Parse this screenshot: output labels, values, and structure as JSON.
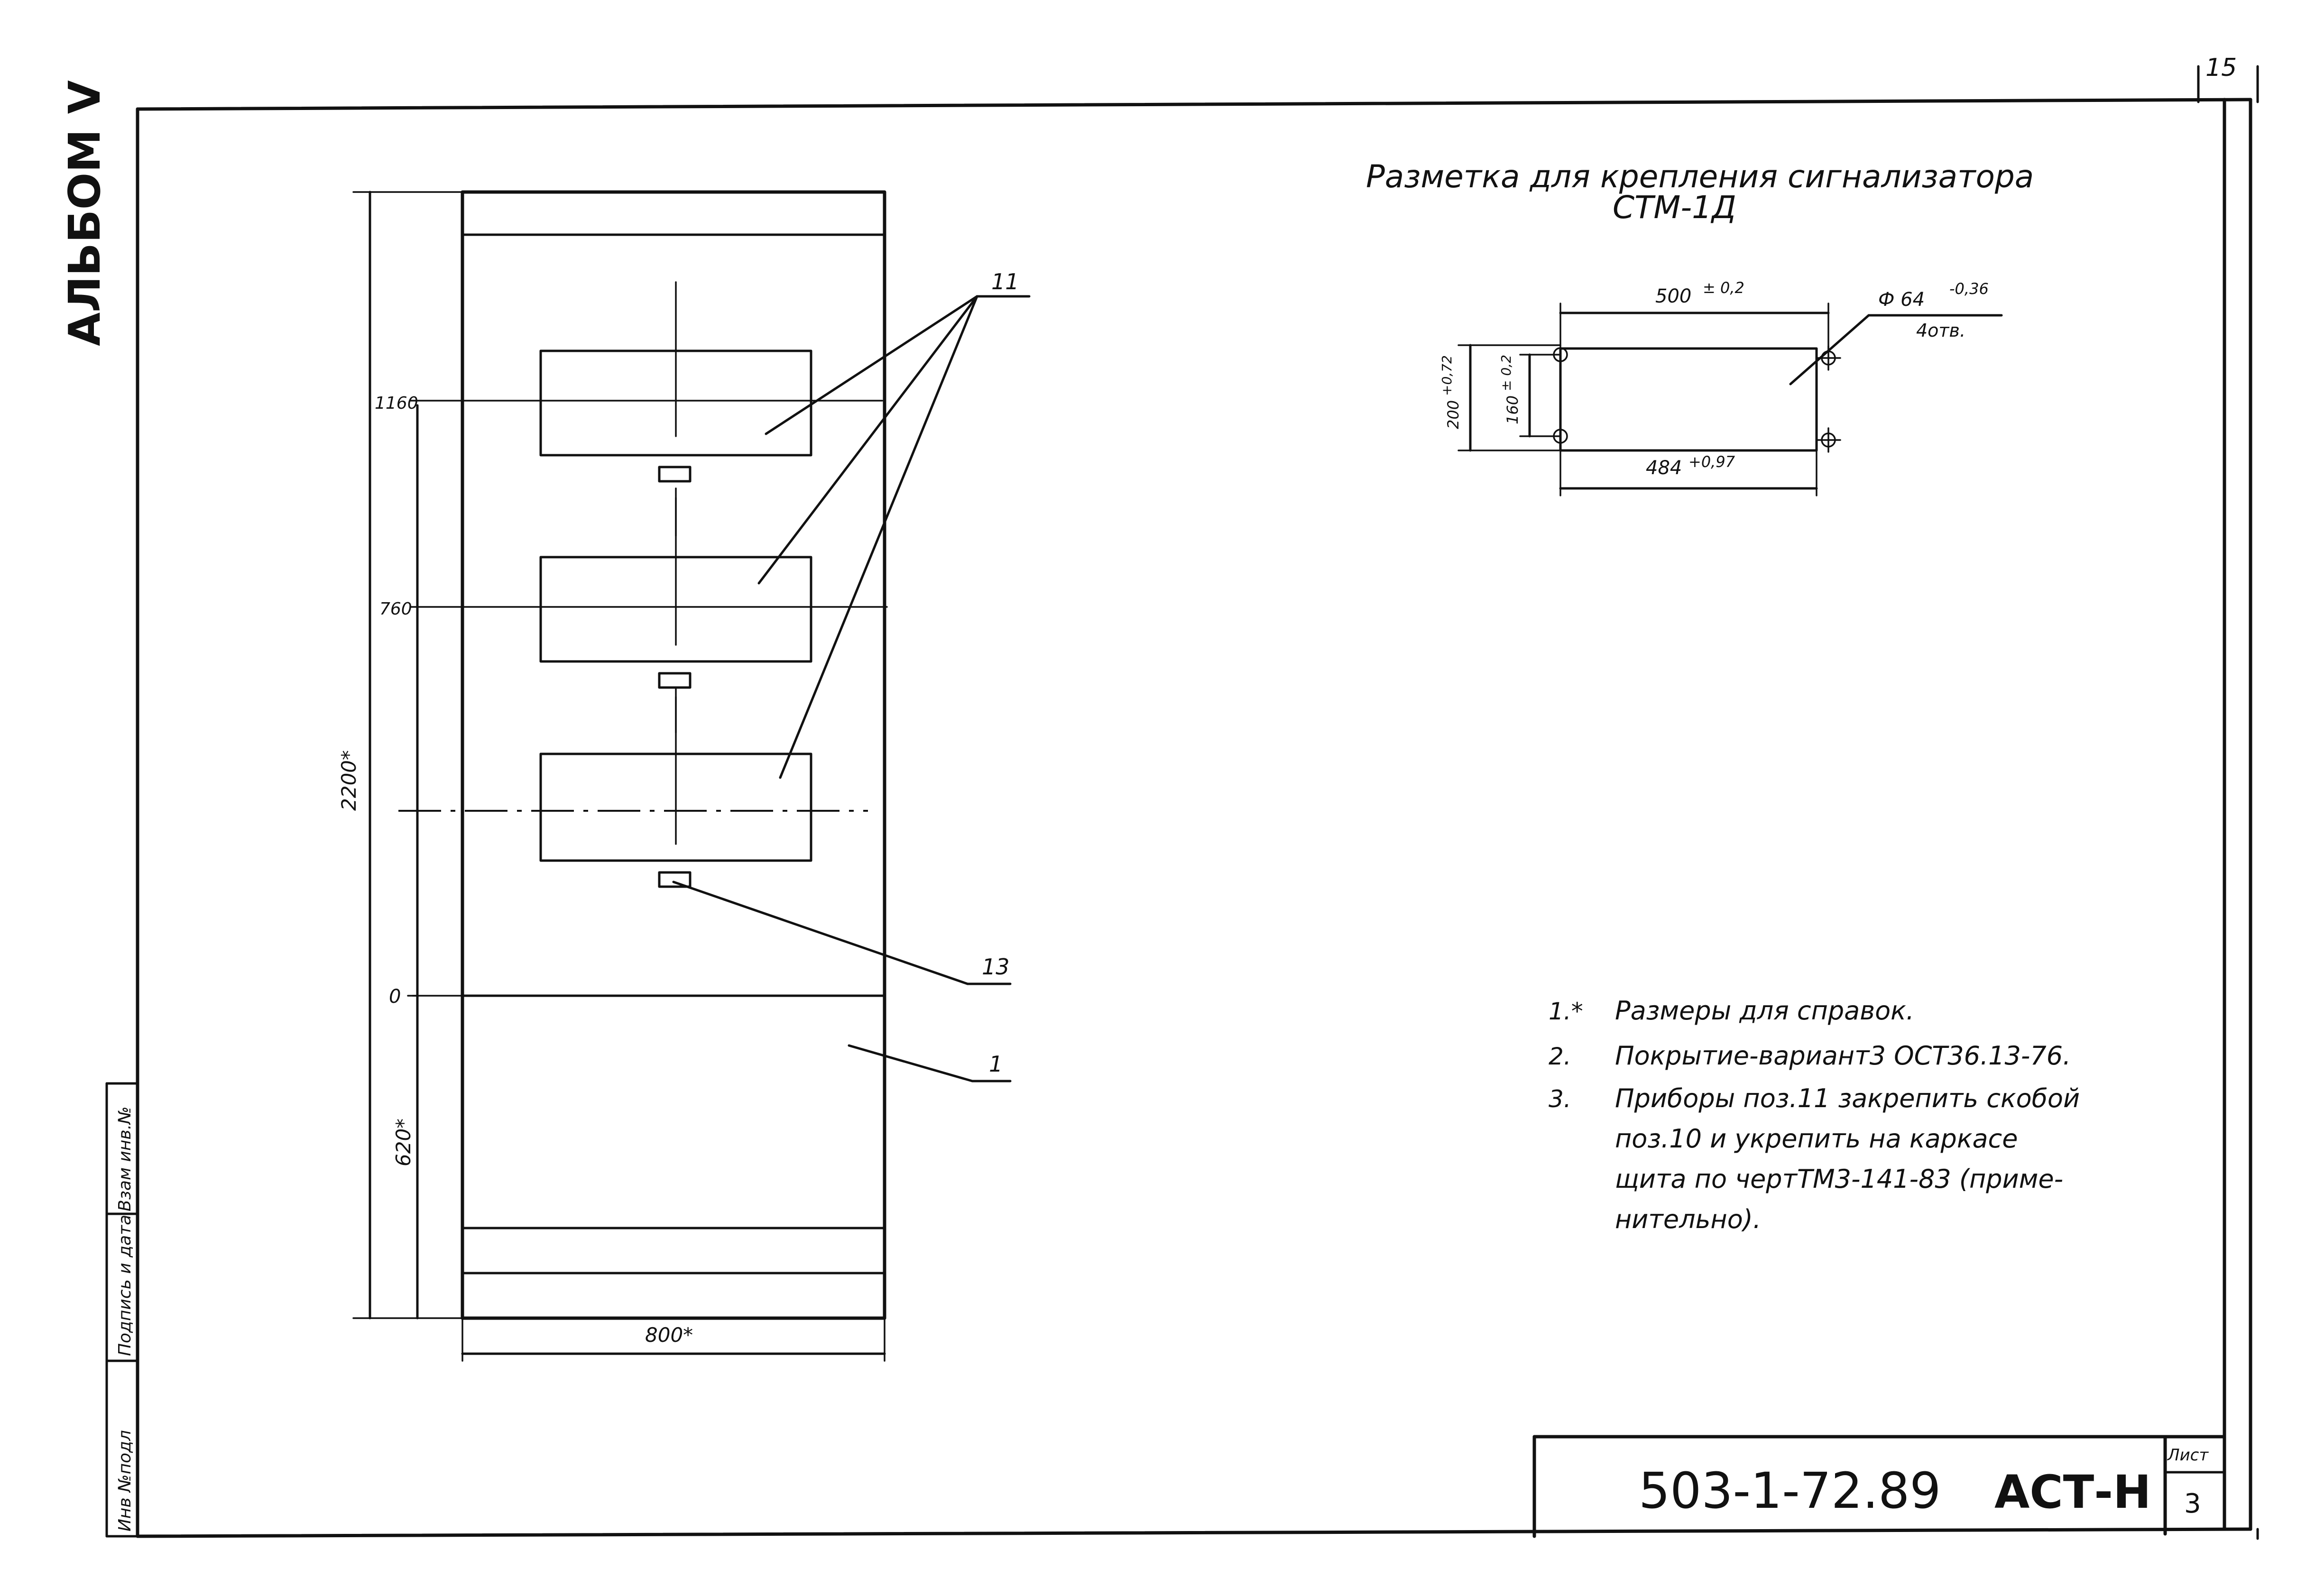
{
  "album": "АЛЬБОМ Ⅴ",
  "page_number": "15",
  "detail_title_line1": "Разметка для крепления сигнализатора",
  "detail_title_line2": "СТМ-1Д",
  "dims": {
    "d500": "500",
    "d500_tol": "± 0,2",
    "d484": "484",
    "d484_tol": "+0,97",
    "d200": "200",
    "d200_tol": "+0,72",
    "d160": "160",
    "d160_tol": "± 0,2",
    "hole": "Ф 64",
    "hole_tol": "-0,36",
    "holes_count": "4отв.",
    "height_total": "2200*",
    "h1160": "1160",
    "h760": "760",
    "h0": "0",
    "h620": "620*",
    "width": "800*"
  },
  "callouts": {
    "pos11": "11",
    "pos13": "13",
    "pos1": "1"
  },
  "notes": [
    {
      "num": "1.*",
      "text": "Размеры для справок."
    },
    {
      "num": "2.",
      "text": "Покрытие-вариант3 ОСТ36.13-76."
    },
    {
      "num": "3.",
      "lines": [
        "Приборы поз.11 закрепить скобой",
        "поз.10 и укрепить на каркасе",
        "щита по чертТМ3-141-83 (приме-",
        "нительно)."
      ]
    }
  ],
  "title_block": {
    "code": "503-1-72.89",
    "suffix": "АСТ-Н",
    "sheet_label": "Лист",
    "sheet": "3"
  },
  "side_stamp": {
    "inv_orig": "Инв №подл",
    "sign_date": "Подпись и дата",
    "vzam": "Взам инв.№"
  }
}
